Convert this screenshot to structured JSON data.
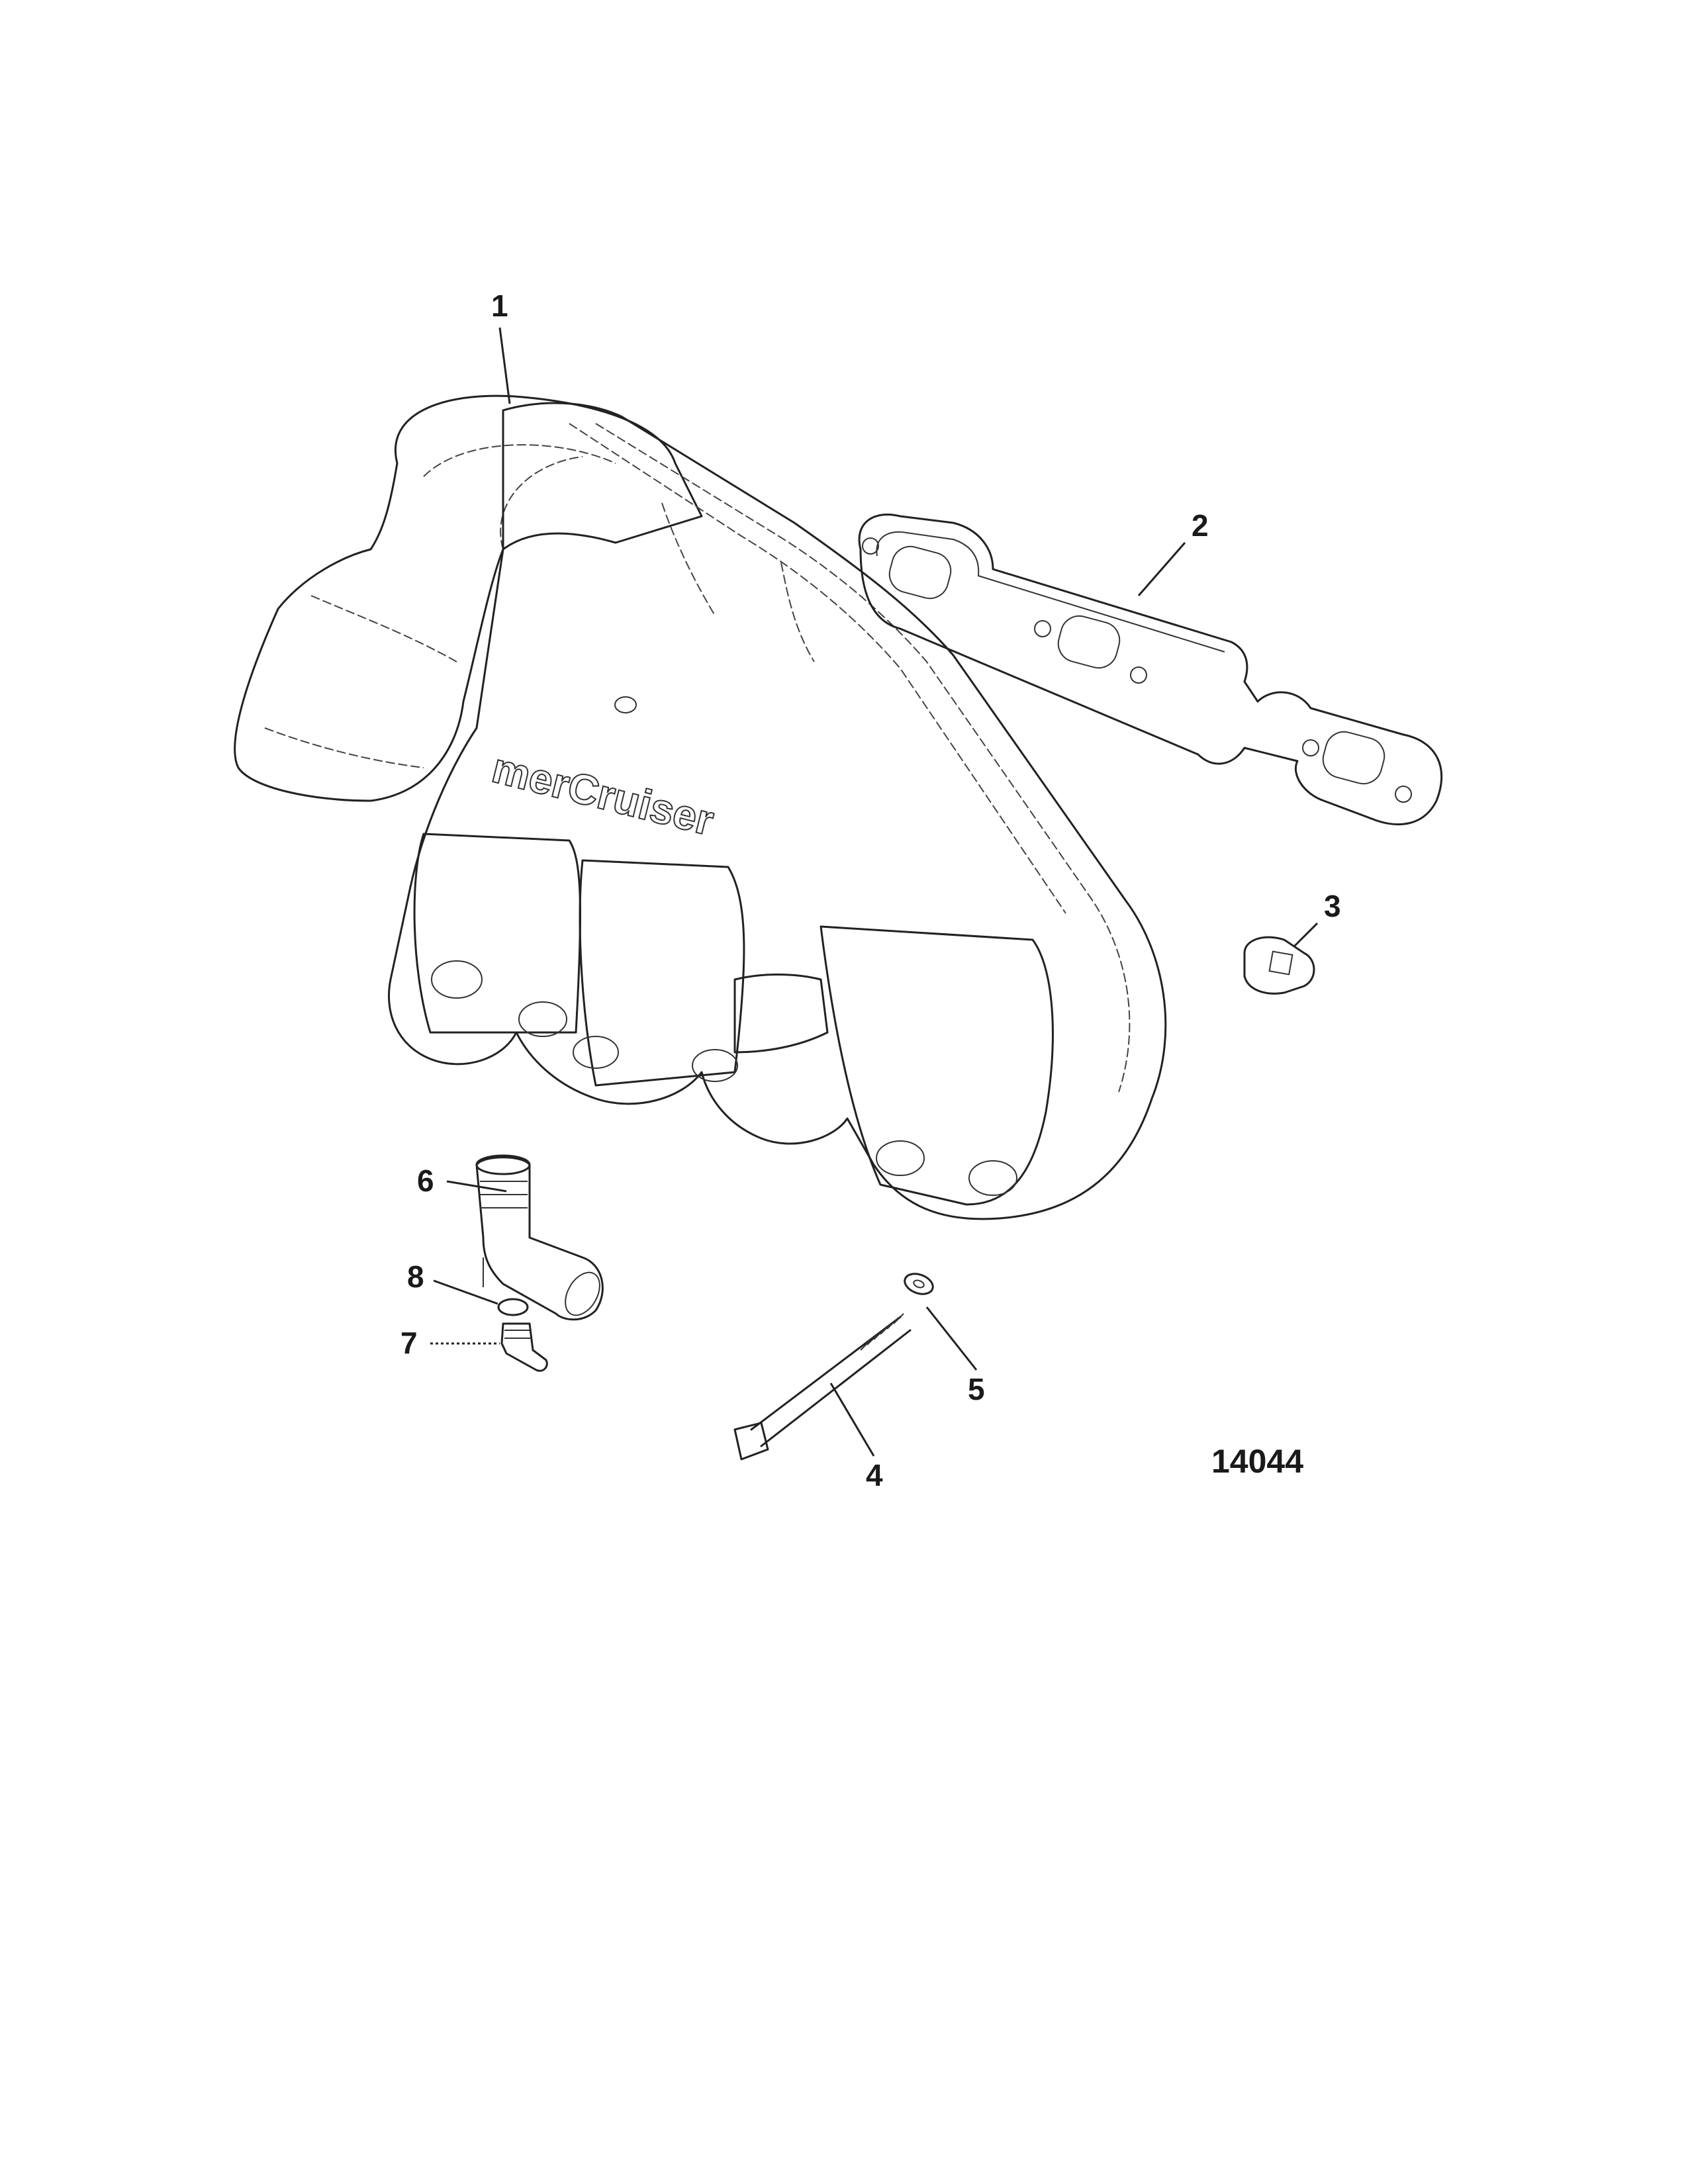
{
  "diagram": {
    "figure_number": "14044",
    "manifold_logo": "merCruiser",
    "callouts": [
      {
        "id": "1",
        "label": "1",
        "part": "exhaust-manifold"
      },
      {
        "id": "2",
        "label": "2",
        "part": "gasket"
      },
      {
        "id": "3",
        "label": "3",
        "part": "plug"
      },
      {
        "id": "4",
        "label": "4",
        "part": "bolt"
      },
      {
        "id": "5",
        "label": "5",
        "part": "washer"
      },
      {
        "id": "6",
        "label": "6",
        "part": "elbow-fitting"
      },
      {
        "id": "7",
        "label": "7",
        "part": "drain-plug"
      },
      {
        "id": "8",
        "label": "8",
        "part": "o-ring"
      }
    ]
  }
}
